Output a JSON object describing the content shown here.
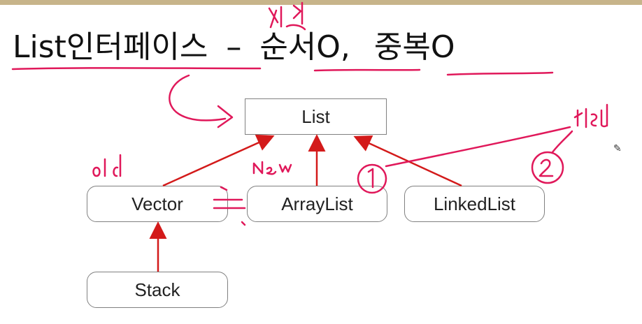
{
  "title": {
    "main": "List인터페이스",
    "dash": "–",
    "order": "순서O,",
    "dup": "중복O"
  },
  "diagram": {
    "list": "List",
    "vector": "Vector",
    "arraylist": "ArrayList",
    "linkedlist": "LinkedList",
    "stack": "Stack"
  },
  "colors": {
    "arrow": "#d31a1a",
    "ink": "#e0185a",
    "top_bar": "#c7b48a"
  },
  "icons": {
    "cursor": "pencil-cursor-icon"
  }
}
